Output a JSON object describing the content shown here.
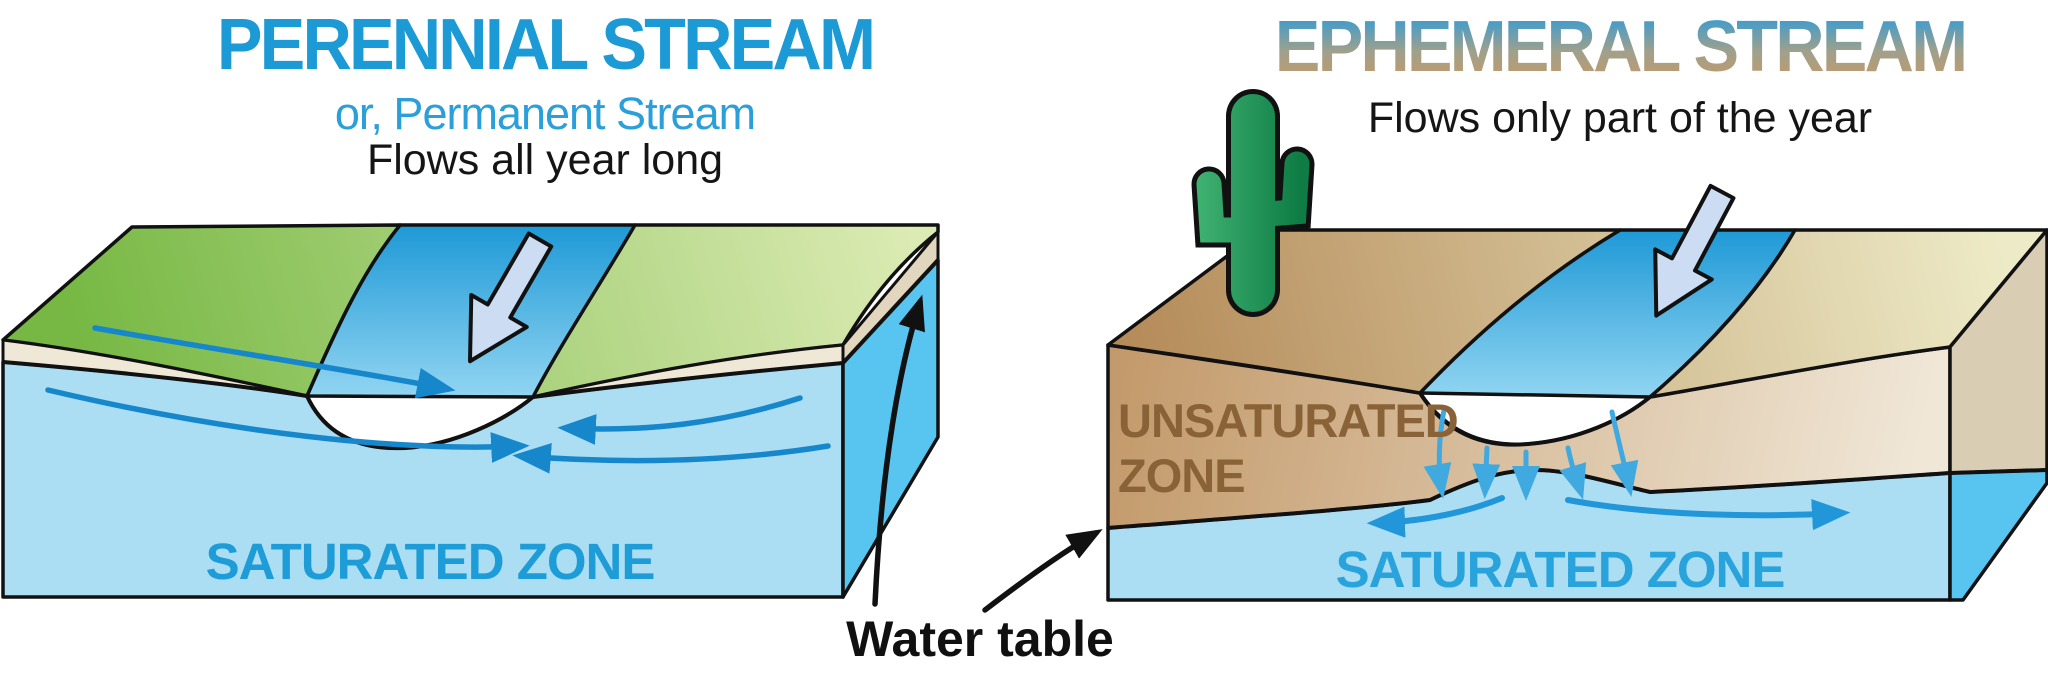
{
  "left_panel": {
    "title": "PERENNIAL STREAM",
    "subtitle": "or, Permanent Stream",
    "tagline": "Flows all year long",
    "saturated_zone_label": "SATURATED ZONE",
    "title_color": "#1C9AD6",
    "subtitle_color": "#2B9FD9",
    "saturated_label_color": "#1E9CD8"
  },
  "right_panel": {
    "title": "EPHEMERAL STREAM",
    "subtitle": "Flows only part of the year",
    "unsaturated_zone_label": "UNSATURATED ZONE",
    "saturated_zone_label": "SATURATED ZONE",
    "title_gradient_top": "#3E9CCE",
    "title_gradient_bottom": "#C79A66",
    "unsaturated_label_color": "#8A6238",
    "saturated_label_color": "#29A3DC"
  },
  "annotation": {
    "water_table_label": "Water table"
  },
  "icons": {
    "flow_arrow": "stream-flow-direction-arrow",
    "cactus": "saguaro-cactus",
    "groundwater_arrows": "curved-flow-arrows",
    "infiltration_arrows": "downward-seepage-arrows",
    "pointer_arrows": "water-table-pointer-arrows"
  },
  "palette": {
    "grass_green_dark": "#76B843",
    "grass_green_light": "#DCEBB4",
    "desert_tan_dark": "#B58B59",
    "desert_tan_light": "#EDEBC7",
    "unsaturated_dark": "#C39A6B",
    "unsaturated_light": "#F0E7D7",
    "saturated_blue": "#ABDEF3",
    "side_face_blue": "#58C5F0",
    "stream_blue_dark": "#1E99D6",
    "stream_blue_light": "#93D6F2",
    "cream_soil": "#EFE8D7",
    "flow_arrow_fill": "#CBDCF3",
    "groundwater_arrow_blue": "#1787CC",
    "infiltration_arrow_blue": "#3FA9E0",
    "cactus_green_dark": "#0E7C44",
    "cactus_green_light": "#45B877",
    "outline": "#111111"
  }
}
